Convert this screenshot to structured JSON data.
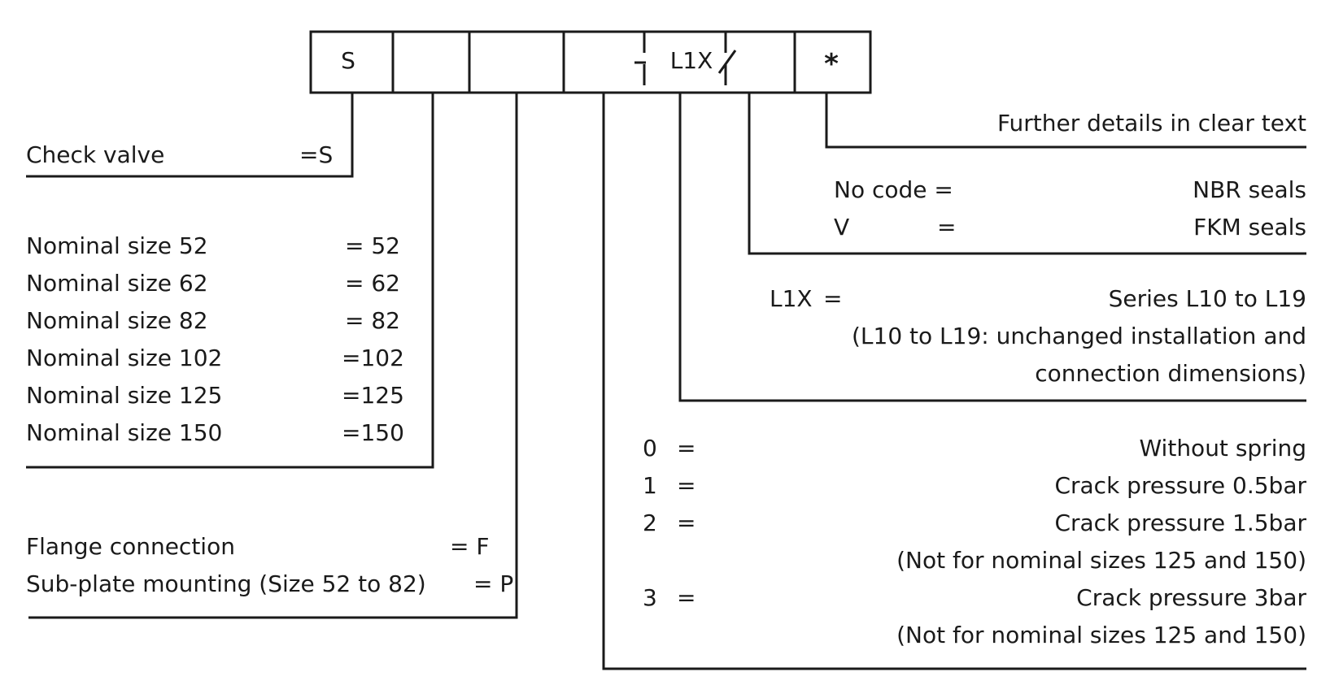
{
  "code_boxes": {
    "box1": "S",
    "box5": "L1X",
    "box7": "*"
  },
  "check_valve": {
    "label": "Check valve",
    "code": "=S"
  },
  "nominal_sizes": [
    {
      "label": "Nominal size 52",
      "code": "= 52"
    },
    {
      "label": "Nominal size 62",
      "code": "= 62"
    },
    {
      "label": "Nominal size 82",
      "code": "= 82"
    },
    {
      "label": "Nominal size 102",
      "code": "=102"
    },
    {
      "label": "Nominal size 125",
      "code": "=125"
    },
    {
      "label": "Nominal size 150",
      "code": "=150"
    }
  ],
  "connection": [
    {
      "label": "Flange connection",
      "code": "= F"
    },
    {
      "label": "Sub-plate mounting (Size 52 to 82)",
      "code": "= P"
    }
  ],
  "further_details": "Further details in clear text",
  "seals": [
    {
      "code": "No code =",
      "eq": "",
      "desc": "NBR seals"
    },
    {
      "code": "V",
      "eq": "=",
      "desc": "FKM seals"
    }
  ],
  "series": {
    "code": "L1X",
    "eq": "=",
    "desc": "Series L10 to L19",
    "note_line1": "(L10 to L19: unchanged installation and",
    "note_line2": "connection dimensions)"
  },
  "spring": [
    {
      "code": "0",
      "eq": "=",
      "desc": "Without spring",
      "note": ""
    },
    {
      "code": "1",
      "eq": "=",
      "desc": "Crack pressure 0.5bar",
      "note": ""
    },
    {
      "code": "2",
      "eq": "=",
      "desc": "Crack pressure 1.5bar",
      "note": "(Not for nominal sizes 125 and 150)"
    },
    {
      "code": "3",
      "eq": "=",
      "desc": "Crack pressure 3bar",
      "note": "(Not for nominal sizes 125 and 150)"
    }
  ]
}
